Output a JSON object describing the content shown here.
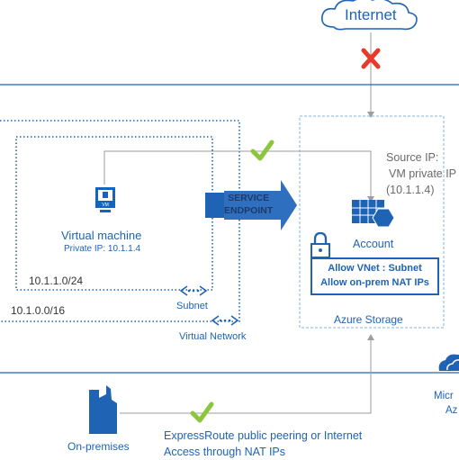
{
  "internet": {
    "label": "Internet"
  },
  "source_ip": {
    "line1": "Source IP:",
    "line2": "VM private IP",
    "line3": "(10.1.1.4)"
  },
  "vm": {
    "icon_badge": "VM",
    "title": "Virtual machine",
    "private_ip": "Private IP: 10.1.1.4"
  },
  "subnet": {
    "cidr": "10.1.1.0/24",
    "label": "Subnet"
  },
  "vnet": {
    "cidr": "10.1.0.0/16",
    "label": "Virtual Network"
  },
  "service_endpoint": {
    "line1": "SERVICE",
    "line2": "ENDPOINT"
  },
  "storage": {
    "account_label": "Account",
    "container_label": "Azure Storage",
    "rules": [
      "Allow VNet : Subnet",
      "Allow on-prem NAT IPs"
    ]
  },
  "microsoft_cloud": {
    "line1": "Micr",
    "line2": "Az"
  },
  "on_premises": {
    "label": "On-premises"
  },
  "expressroute": {
    "line1": "ExpressRoute public peering or Internet",
    "line2": "Access through NAT IPs"
  },
  "colors": {
    "accent": "#1e63b4",
    "allowed": "#8cc63f",
    "blocked": "#e8392a",
    "line": "#9e9e9e"
  },
  "icons": [
    "cloud-icon",
    "blocked-x-icon",
    "check-icon",
    "vm-icon",
    "storage-table-icon",
    "lock-icon",
    "ellipsis-connector-icon",
    "building-icon",
    "azure-cloud-icon",
    "arrow-icon"
  ]
}
